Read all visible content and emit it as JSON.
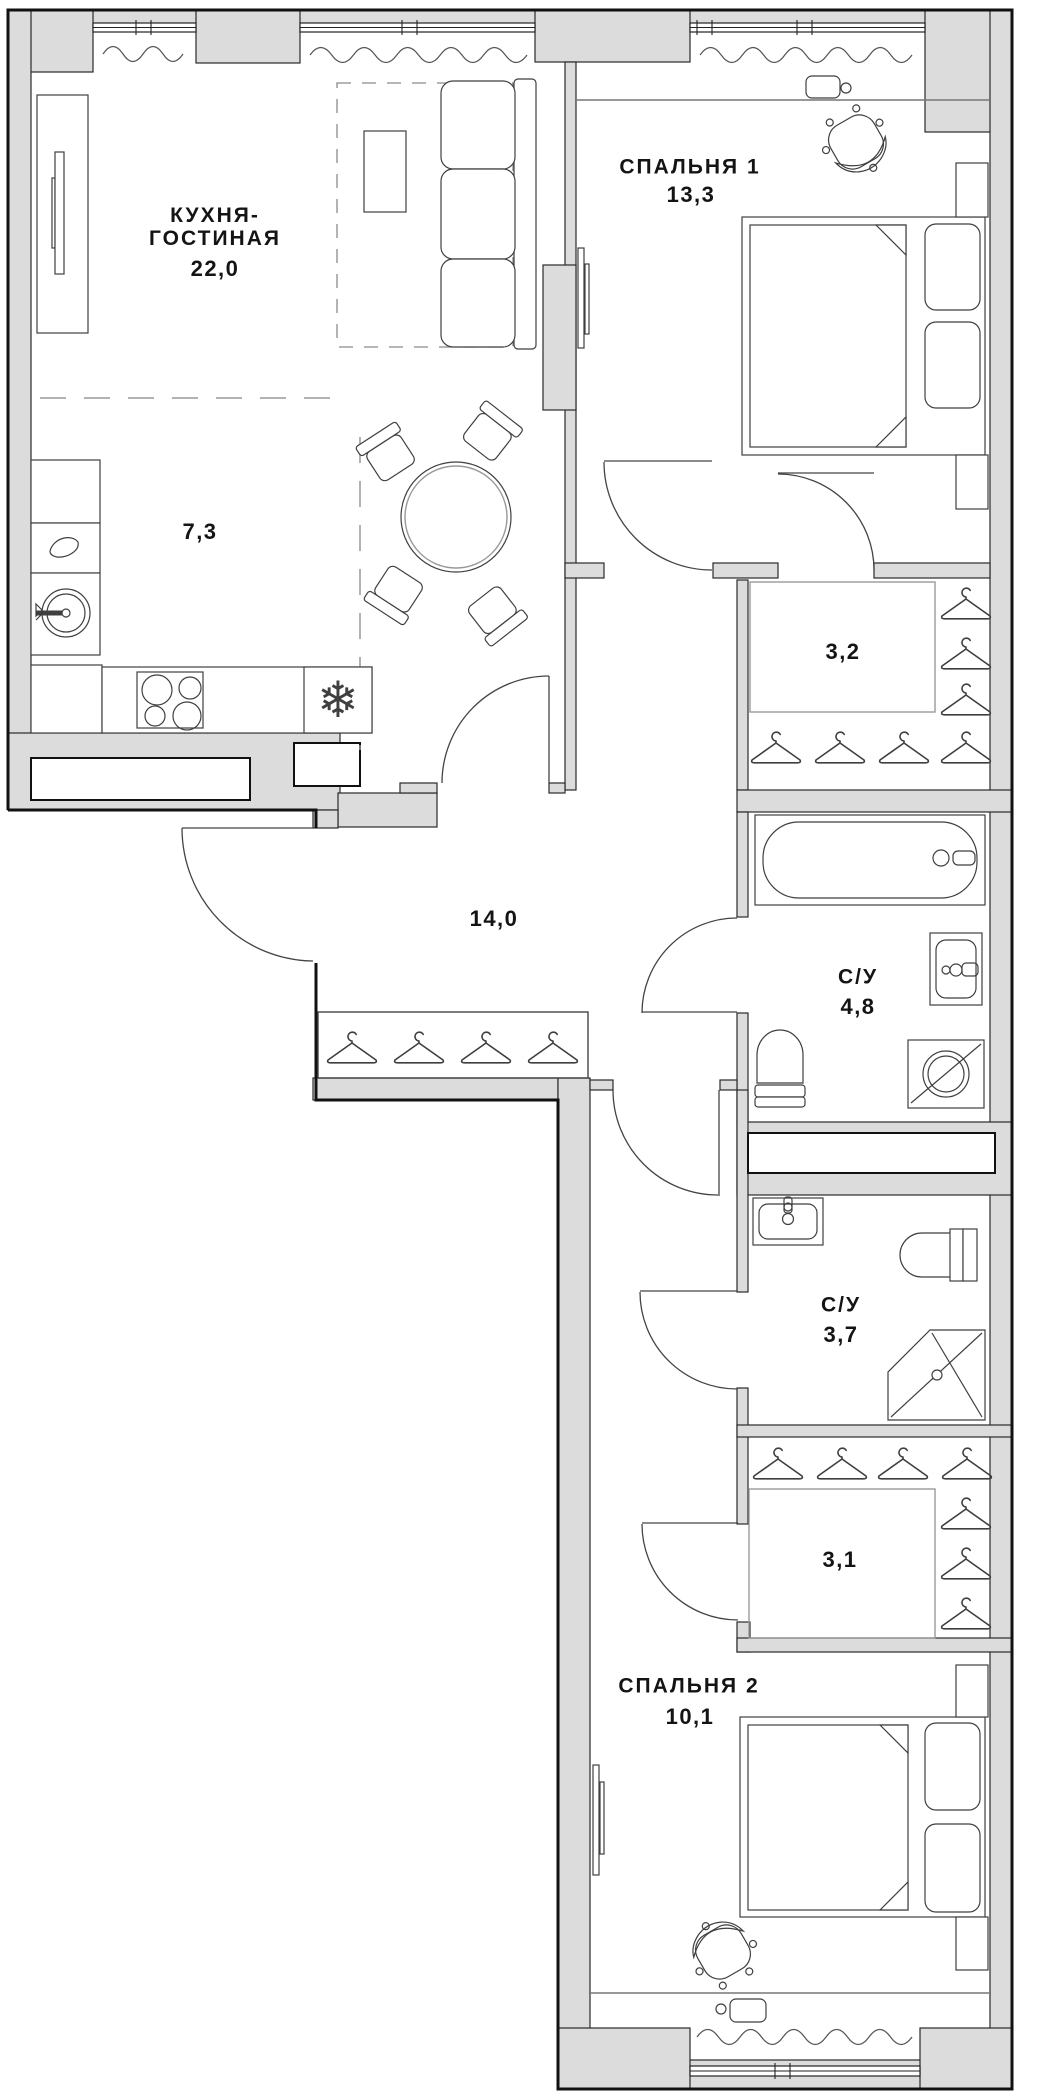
{
  "rooms": {
    "kitchen_living": {
      "name_line1": "КУХНЯ-",
      "name_line2": "ГОСТИНАЯ",
      "area": "22,0"
    },
    "kitchen_zone": {
      "area": "7,3"
    },
    "bedroom1": {
      "name": "СПАЛЬНЯ 1",
      "area": "13,3"
    },
    "wardrobe": {
      "area": "3,2"
    },
    "hallway": {
      "area": "14,0"
    },
    "bathroom1": {
      "name": "С/У",
      "area": "4,8"
    },
    "bathroom2": {
      "name": "С/У",
      "area": "3,7"
    },
    "closet": {
      "area": "3,1"
    },
    "bedroom2": {
      "name": "СПАЛЬНЯ 2",
      "area": "10,1"
    }
  },
  "icons": {
    "fridge_snowflake": "❄"
  },
  "colors": {
    "wall_fill": "#dcdcdc",
    "outline": "#111111",
    "furniture": "#3f3f3f",
    "label": "#141414"
  }
}
